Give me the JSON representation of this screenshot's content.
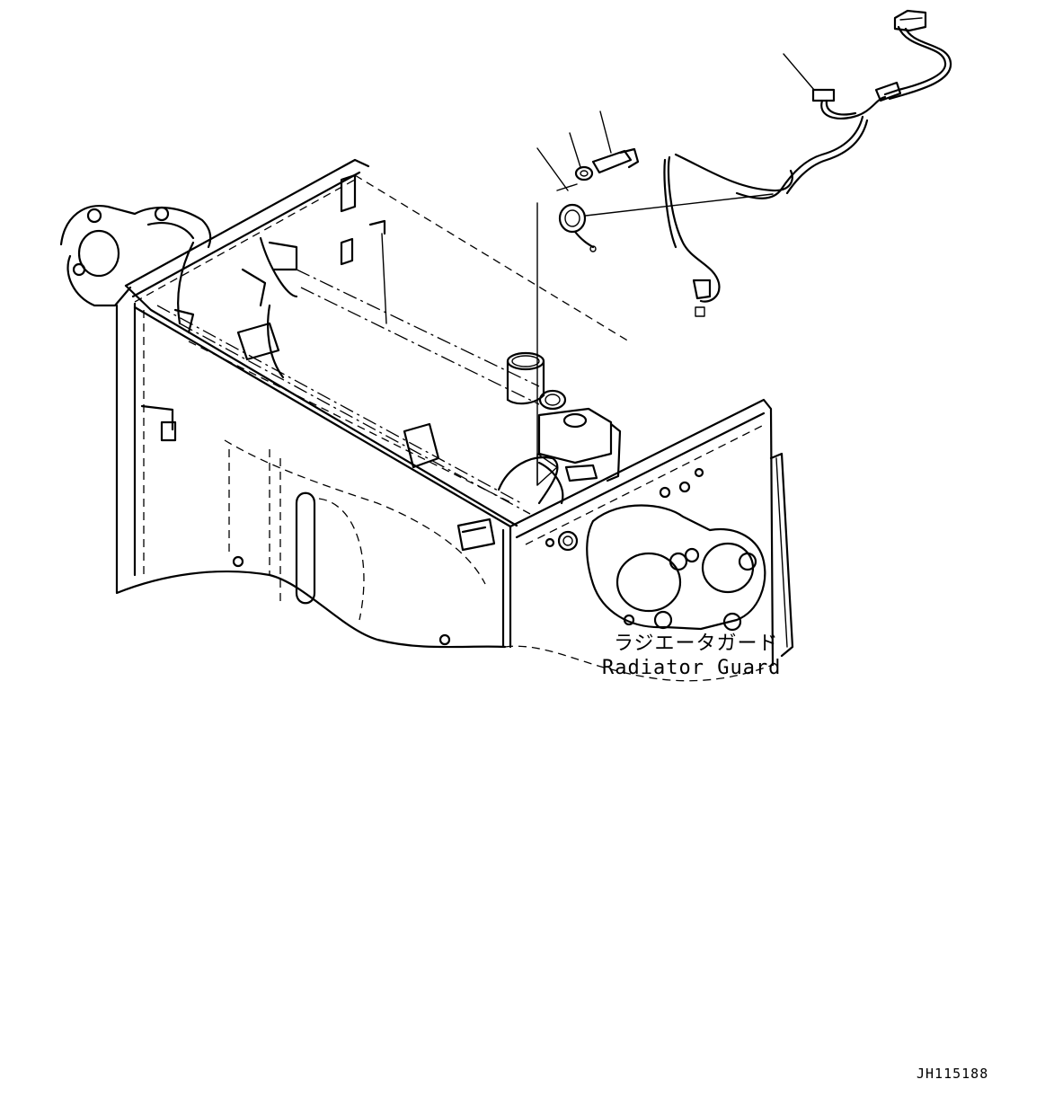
{
  "labels": {
    "radiator_guard_jp": "ラジエータガード",
    "radiator_guard_en": "Radiator Guard",
    "drawing_code": "JH115188"
  },
  "icons": [
    "wire-harness",
    "bolt-icon",
    "washer-icon",
    "clamp-icon",
    "tube-icon",
    "valve-icon"
  ]
}
